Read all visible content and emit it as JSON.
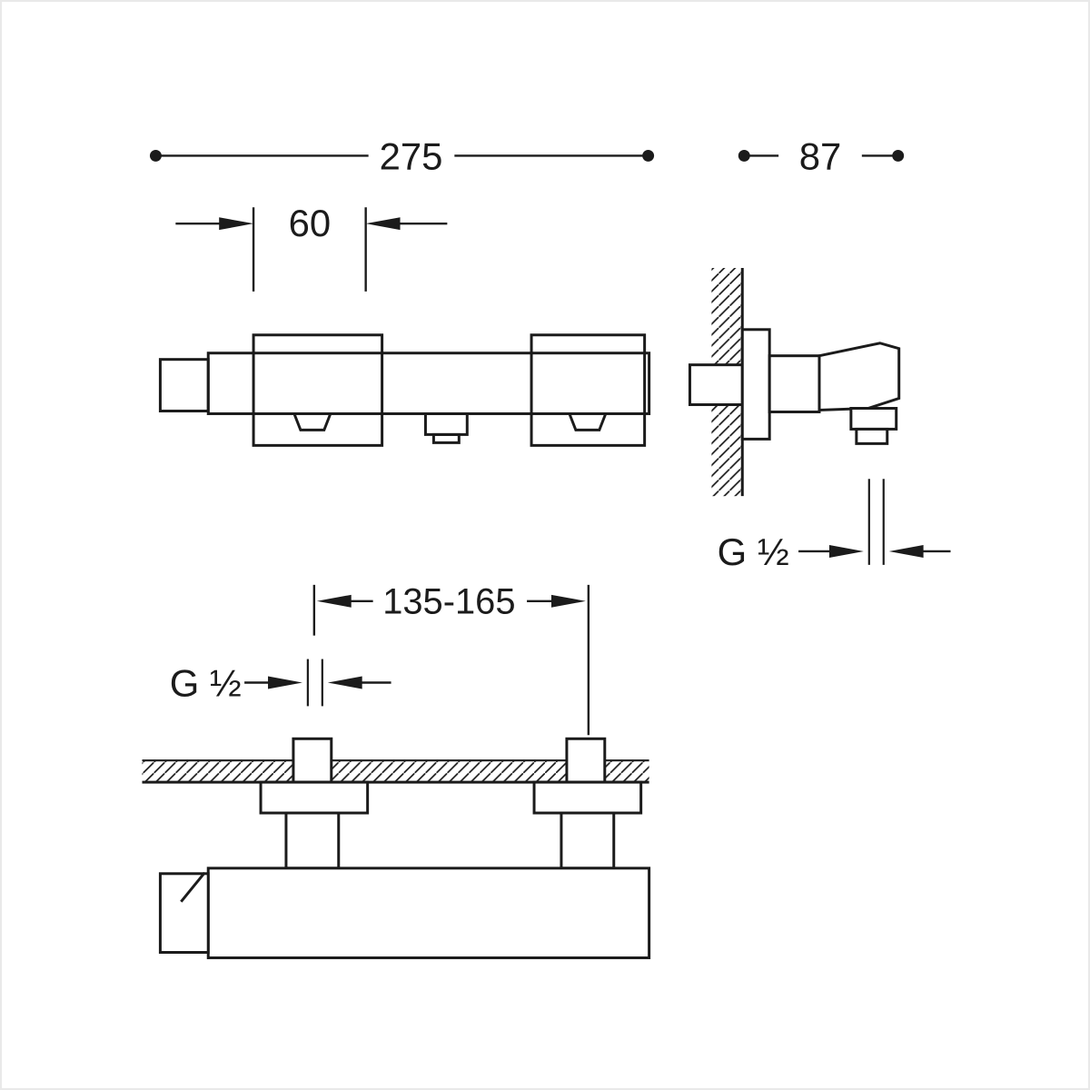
{
  "drawing": {
    "dimensions": {
      "overall_width": "275",
      "overall_depth": "87",
      "handle_offset": "60",
      "inlet_spacing": "135-165",
      "thread_side": "G ½",
      "thread_bottom": "G ½"
    },
    "colors": {
      "line": "#1b1b1b",
      "background": "#ffffff",
      "border": "#e9e9e9"
    }
  }
}
